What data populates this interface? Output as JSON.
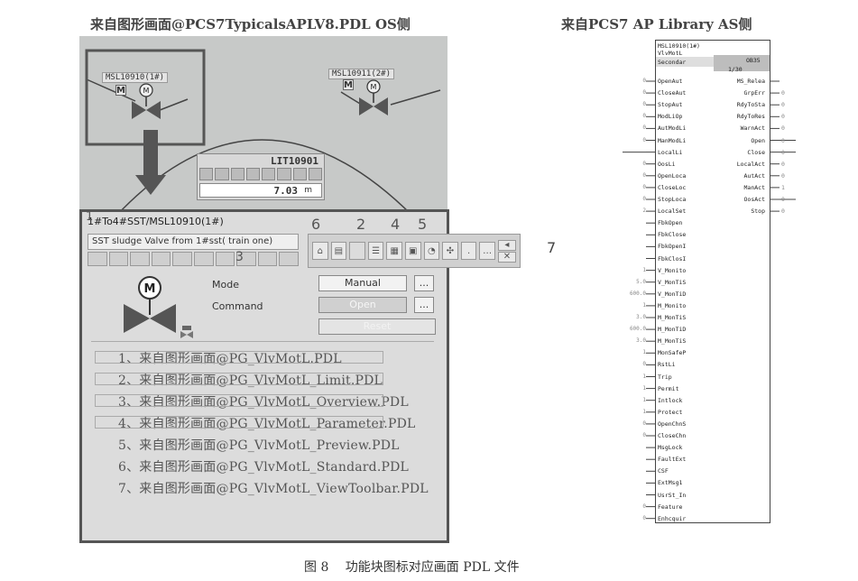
{
  "headers": {
    "left": "来自图形画面@PCS7TypicalsAPLV8.PDL OS侧",
    "right": "来自PCS7 AP Library AS侧"
  },
  "os_view": {
    "valve1_tag": "MSL10910(1#)",
    "valve2_tag": "MSL10911(2#)",
    "level_tag": "LIT10901",
    "level_value": "7.03",
    "level_unit": "m",
    "m_label": "M",
    "motor_label": "M"
  },
  "faceplate": {
    "title": "1#To4#SST/MSL10910(1#)",
    "description": "SST sludge Valve from 1#sst( train one)",
    "number_labels": [
      "6",
      "2",
      "4",
      "5",
      "3",
      "7",
      "1"
    ],
    "mode_label": "Mode",
    "mode_value": "Manual",
    "command_label": "Command",
    "command_value": "Open",
    "reset_label": "Reset",
    "more_label": "...",
    "motor_label": "M",
    "pdl_list": [
      "1、来自图形画面@PG_VlvMotL.PDL",
      "2、来自图形画面@PG_VlvMotL_Limit.PDL",
      "3、来自图形画面@PG_VlvMotL_Overview.PDL",
      "4、来自图形画面@PG_VlvMotL_Parameter.PDL",
      "5、来自图形画面@PG_VlvMotL_Preview.PDL",
      "6、来自图形画面@PG_VlvMotL_Standard.PDL",
      "7、来自图形画面@PG_VlvMotL_ViewToolbar.PDL"
    ]
  },
  "as_block": {
    "header": [
      "MSL10910(1#)",
      "VlvMotL",
      "Secondar"
    ],
    "header_right": [
      "OB35",
      "1/30"
    ],
    "inputs": [
      {
        "name": "OpenAut",
        "value": "0"
      },
      {
        "name": "CloseAut",
        "value": "0"
      },
      {
        "name": "StopAut",
        "value": "0"
      },
      {
        "name": "ModLiOp",
        "value": "0"
      },
      {
        "name": "AutModLi",
        "value": "0"
      },
      {
        "name": "ManModLi",
        "value": "0"
      },
      {
        "name": "LocalLi",
        "value": ""
      },
      {
        "name": "OosLi",
        "value": "0"
      },
      {
        "name": "OpenLoca",
        "value": "0"
      },
      {
        "name": "CloseLoc",
        "value": "0"
      },
      {
        "name": "StopLoca",
        "value": "0"
      },
      {
        "name": "LocalSet",
        "value": "2"
      },
      {
        "name": "FbkOpen",
        "value": ""
      },
      {
        "name": "FbkClose",
        "value": ""
      },
      {
        "name": "FbkOpenI",
        "value": ""
      },
      {
        "name": "FbkClosI",
        "value": ""
      },
      {
        "name": "V_Monito",
        "value": "1"
      },
      {
        "name": "V_MonTiS",
        "value": "5.0"
      },
      {
        "name": "V_MonTiD",
        "value": "600.0"
      },
      {
        "name": "M_Monito",
        "value": "1"
      },
      {
        "name": "M_MonTiS",
        "value": "3.0"
      },
      {
        "name": "M_MonTiD",
        "value": "600.0"
      },
      {
        "name": "M_MonTiS",
        "value": "3.0"
      },
      {
        "name": "MonSafeP",
        "value": "1"
      },
      {
        "name": "RstLi",
        "value": "0"
      },
      {
        "name": "Trip",
        "value": "1"
      },
      {
        "name": "Permit",
        "value": "1"
      },
      {
        "name": "Intlock",
        "value": "1"
      },
      {
        "name": "Protect",
        "value": "1"
      },
      {
        "name": "OpenChnS",
        "value": "0"
      },
      {
        "name": "CloseChn",
        "value": "0"
      },
      {
        "name": "MsgLock",
        "value": ""
      },
      {
        "name": "FaultExt",
        "value": ""
      },
      {
        "name": "CSF",
        "value": ""
      },
      {
        "name": "ExtMsg1",
        "value": ""
      },
      {
        "name": "UsrSt_In",
        "value": ""
      },
      {
        "name": "Feature",
        "value": "0"
      },
      {
        "name": "Enhcquir",
        "value": "0"
      }
    ],
    "outputs": [
      {
        "name": "MS_Relea",
        "value": ""
      },
      {
        "name": "GrpErr",
        "value": "0"
      },
      {
        "name": "RdyToSta",
        "value": "0"
      },
      {
        "name": "RdyToRes",
        "value": "0"
      },
      {
        "name": "WarnAct",
        "value": "0"
      },
      {
        "name": "Open",
        "value": "0"
      },
      {
        "name": "Close",
        "value": "0"
      },
      {
        "name": "LocalAct",
        "value": "0"
      },
      {
        "name": "AutAct",
        "value": "0"
      },
      {
        "name": "ManAct",
        "value": "1"
      },
      {
        "name": "OosAct",
        "value": "0"
      },
      {
        "name": "Stop",
        "value": "0"
      }
    ]
  },
  "caption": "图 8　 功能块图标对应画面 PDL 文件",
  "colors": {
    "panel_bg": "#c7c9c8",
    "faceplate_bg": "#dcdcdc",
    "command_open": "#d7d7d7",
    "highlight_border": "#555555"
  }
}
